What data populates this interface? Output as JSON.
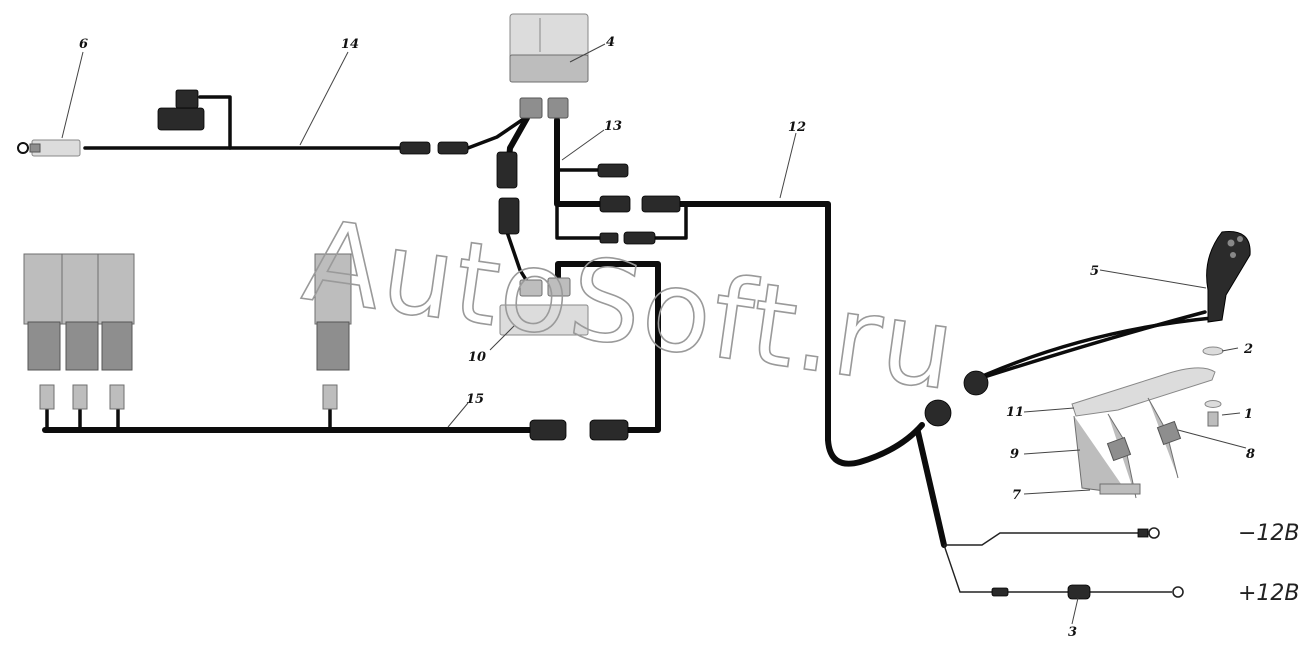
{
  "callouts": {
    "c1": "1",
    "c2": "2",
    "c3": "3",
    "c4": "4",
    "c5": "5",
    "c6": "6",
    "c7": "7",
    "c8": "8",
    "c9": "9",
    "c10": "10",
    "c11": "11",
    "c12": "12",
    "c13": "13",
    "c14": "14",
    "c15": "15"
  },
  "power": {
    "negative": "−12В",
    "positive": "+12В"
  },
  "watermark": "AutoSoft.ru",
  "colors": {
    "cable": "#0c0c0c",
    "component_grey": "#bdbdbd",
    "background": "#ffffff"
  }
}
